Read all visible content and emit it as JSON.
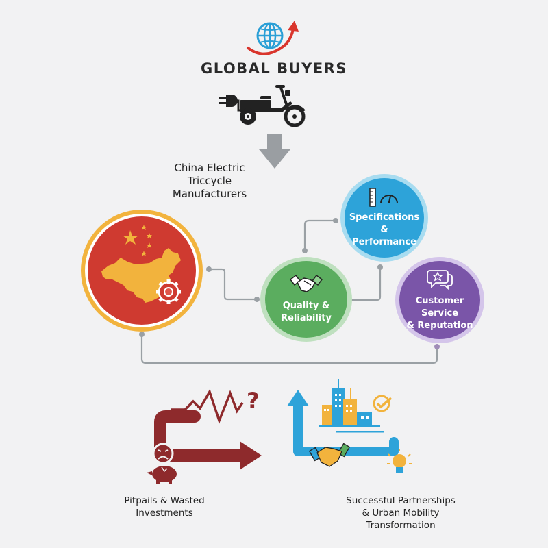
{
  "header": {
    "title": "GLOBAL BUYERS",
    "icons": [
      "globe-arrow-icon",
      "electric-tricycle-icon",
      "down-arrow-icon"
    ]
  },
  "manufacturers": {
    "label_line1": "China Electric",
    "label_line2": "Triccycle",
    "label_line3": "Manufacturers",
    "icon": "china-map-gear-icon",
    "color": "#cf3a30",
    "ring_color": "#f2b33d"
  },
  "factors": [
    {
      "id": "specs",
      "line1": "Specifications &",
      "line2": "Performance",
      "icon": "ruler-gauge-icon",
      "color": "#2da3d9",
      "ring_color": "#a8dcf0"
    },
    {
      "id": "quality",
      "line1": "Quality &",
      "line2": "Reliability",
      "icon": "handshake-icon",
      "color": "#5bad5f",
      "ring_color": "#bfe0bf"
    },
    {
      "id": "service",
      "line1": "Customer Service",
      "line2": "& Reputation",
      "icon": "star-chat-icon",
      "color": "#7a55a8",
      "ring_color": "#d4c5ea"
    }
  ],
  "outcomes": {
    "negative": {
      "line1": "Pitpails & Wasted",
      "line2": "Investments",
      "icons": [
        "volatile-line-icon",
        "question-mark-icon",
        "sad-face-icon",
        "broken-piggy-bank-icon",
        "right-arrow-icon"
      ],
      "color": "#8e2a2c"
    },
    "positive": {
      "line1": "Successful Partnerships",
      "line2": "& Urban Mobility",
      "line3": "Transformation",
      "icons": [
        "up-arrow-icon",
        "city-buildings-icon",
        "checkmark-icon",
        "handshake-icon",
        "lightbulb-icon"
      ],
      "color": "#2ea3d9"
    }
  },
  "colors": {
    "background": "#f2f2f3",
    "connector": "#9aa0a4",
    "arrow_gray": "#9a9ea2"
  }
}
